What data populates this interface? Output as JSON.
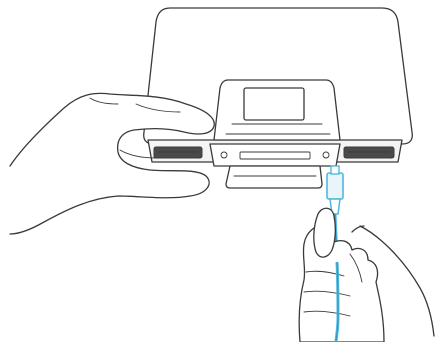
{
  "colors": {
    "line": "#3a3a3a",
    "cable": "#4fb8dc",
    "cable_dark": "#2a8fb8",
    "background": "#ffffff",
    "panel_shade": "#f2f2f2"
  },
  "icons": {
    "device": "device-illustration",
    "cable": "usb-cable-illustration",
    "hand_left": "left-hand-illustration",
    "hand_right": "right-hand-illustration"
  }
}
